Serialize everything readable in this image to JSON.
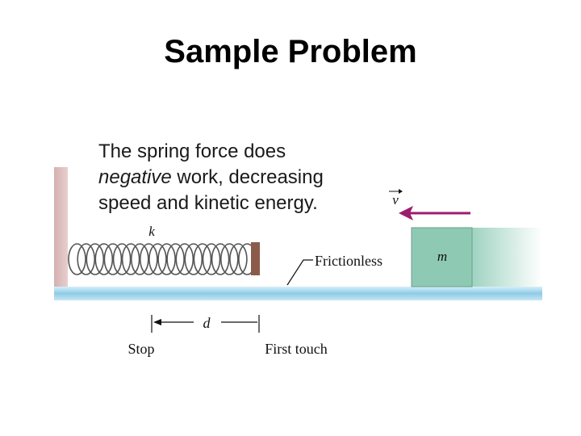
{
  "title": "Sample Problem",
  "caption": {
    "line1": "The spring force does",
    "line2_italic": "negative",
    "line2_rest": " work, decreasing",
    "line3": "speed and kinetic energy."
  },
  "labels": {
    "spring_constant": "k",
    "velocity": "v",
    "mass": "m",
    "surface": "Frictionless",
    "distance": "d",
    "stop": "Stop",
    "first_touch": "First touch"
  },
  "colors": {
    "wall": "#dcbcbc",
    "floor": "#8ecbe7",
    "block": "#8ec9b4",
    "arrow": "#9b1d6e",
    "spring_cap": "#8b5a4a"
  }
}
